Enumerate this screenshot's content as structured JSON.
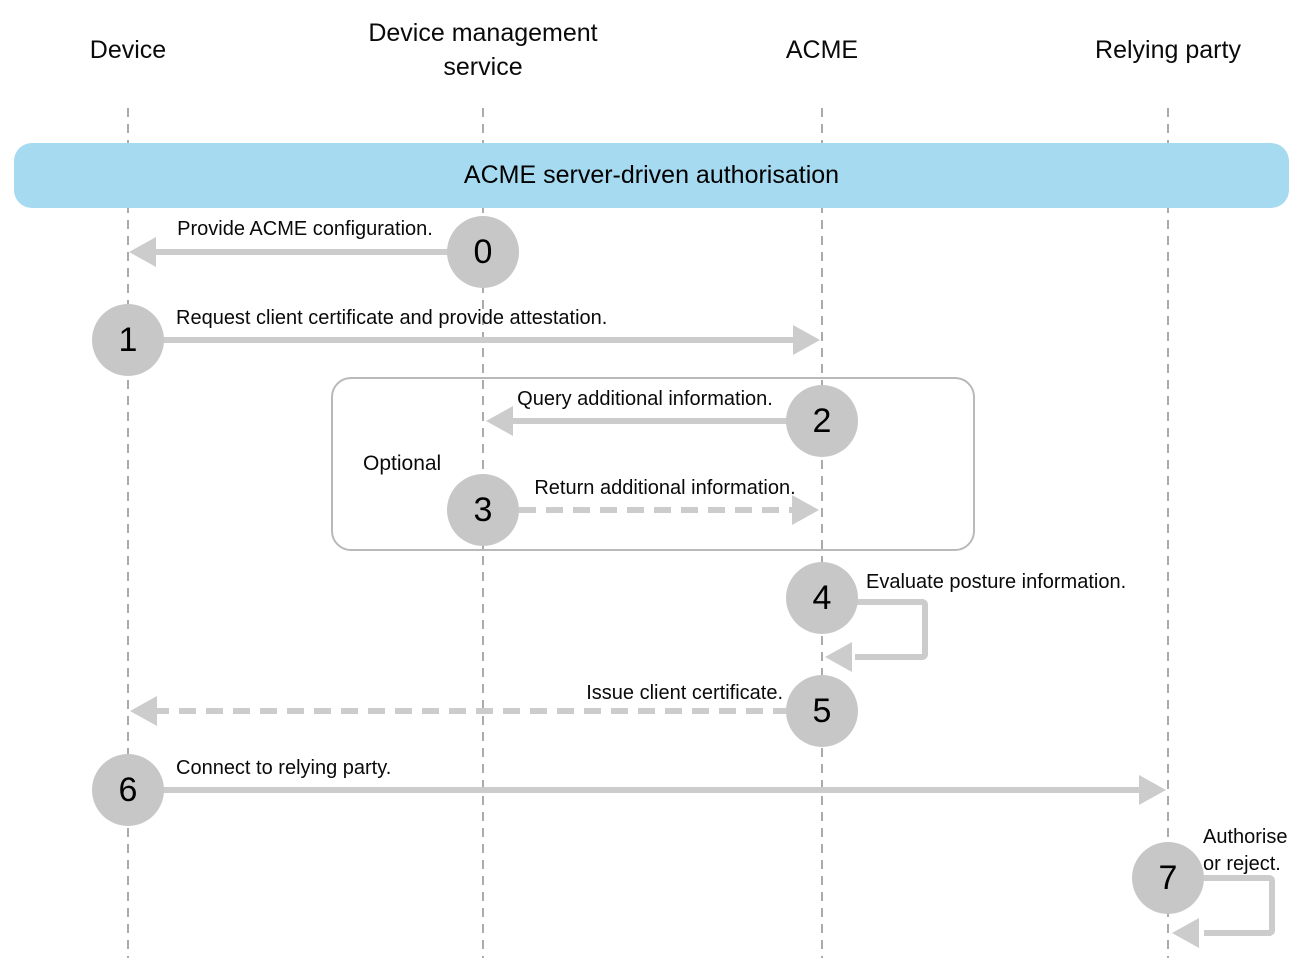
{
  "colors": {
    "banner_bg": "#a6daf0",
    "circle_fill": "#c7c7c7",
    "arrow": "#cccccc",
    "lifeline": "#ababab",
    "optional_border": "#b9b9b9",
    "text": "#0a0a0a"
  },
  "actors": [
    {
      "name": "Device"
    },
    {
      "name": "Device management service"
    },
    {
      "name": "ACME"
    },
    {
      "name": "Relying party"
    }
  ],
  "banner": {
    "title": "ACME server-driven authorisation"
  },
  "optional": {
    "label": "Optional"
  },
  "steps": [
    {
      "num": "0",
      "label": "Provide ACME configuration.",
      "from": "Device management service",
      "to": "Device",
      "type": "message",
      "line": "solid"
    },
    {
      "num": "1",
      "label": "Request client certificate and provide attestation.",
      "from": "Device",
      "to": "ACME",
      "type": "message",
      "line": "solid"
    },
    {
      "num": "2",
      "label": "Query additional information.",
      "from": "ACME",
      "to": "Device management service",
      "type": "message",
      "line": "solid",
      "optional": true
    },
    {
      "num": "3",
      "label": "Return additional information.",
      "from": "Device management service",
      "to": "ACME",
      "type": "message",
      "line": "dashed",
      "optional": true
    },
    {
      "num": "4",
      "label": "Evaluate posture information.",
      "from": "ACME",
      "to": "ACME",
      "type": "self",
      "line": "solid"
    },
    {
      "num": "5",
      "label": "Issue client certificate.",
      "from": "ACME",
      "to": "Device",
      "type": "message",
      "line": "dashed"
    },
    {
      "num": "6",
      "label": "Connect to relying party.",
      "from": "Device",
      "to": "Relying party",
      "type": "message",
      "line": "solid"
    },
    {
      "num": "7",
      "label": "Authorise or reject.",
      "from": "Relying party",
      "to": "Relying party",
      "type": "self",
      "line": "solid"
    }
  ]
}
